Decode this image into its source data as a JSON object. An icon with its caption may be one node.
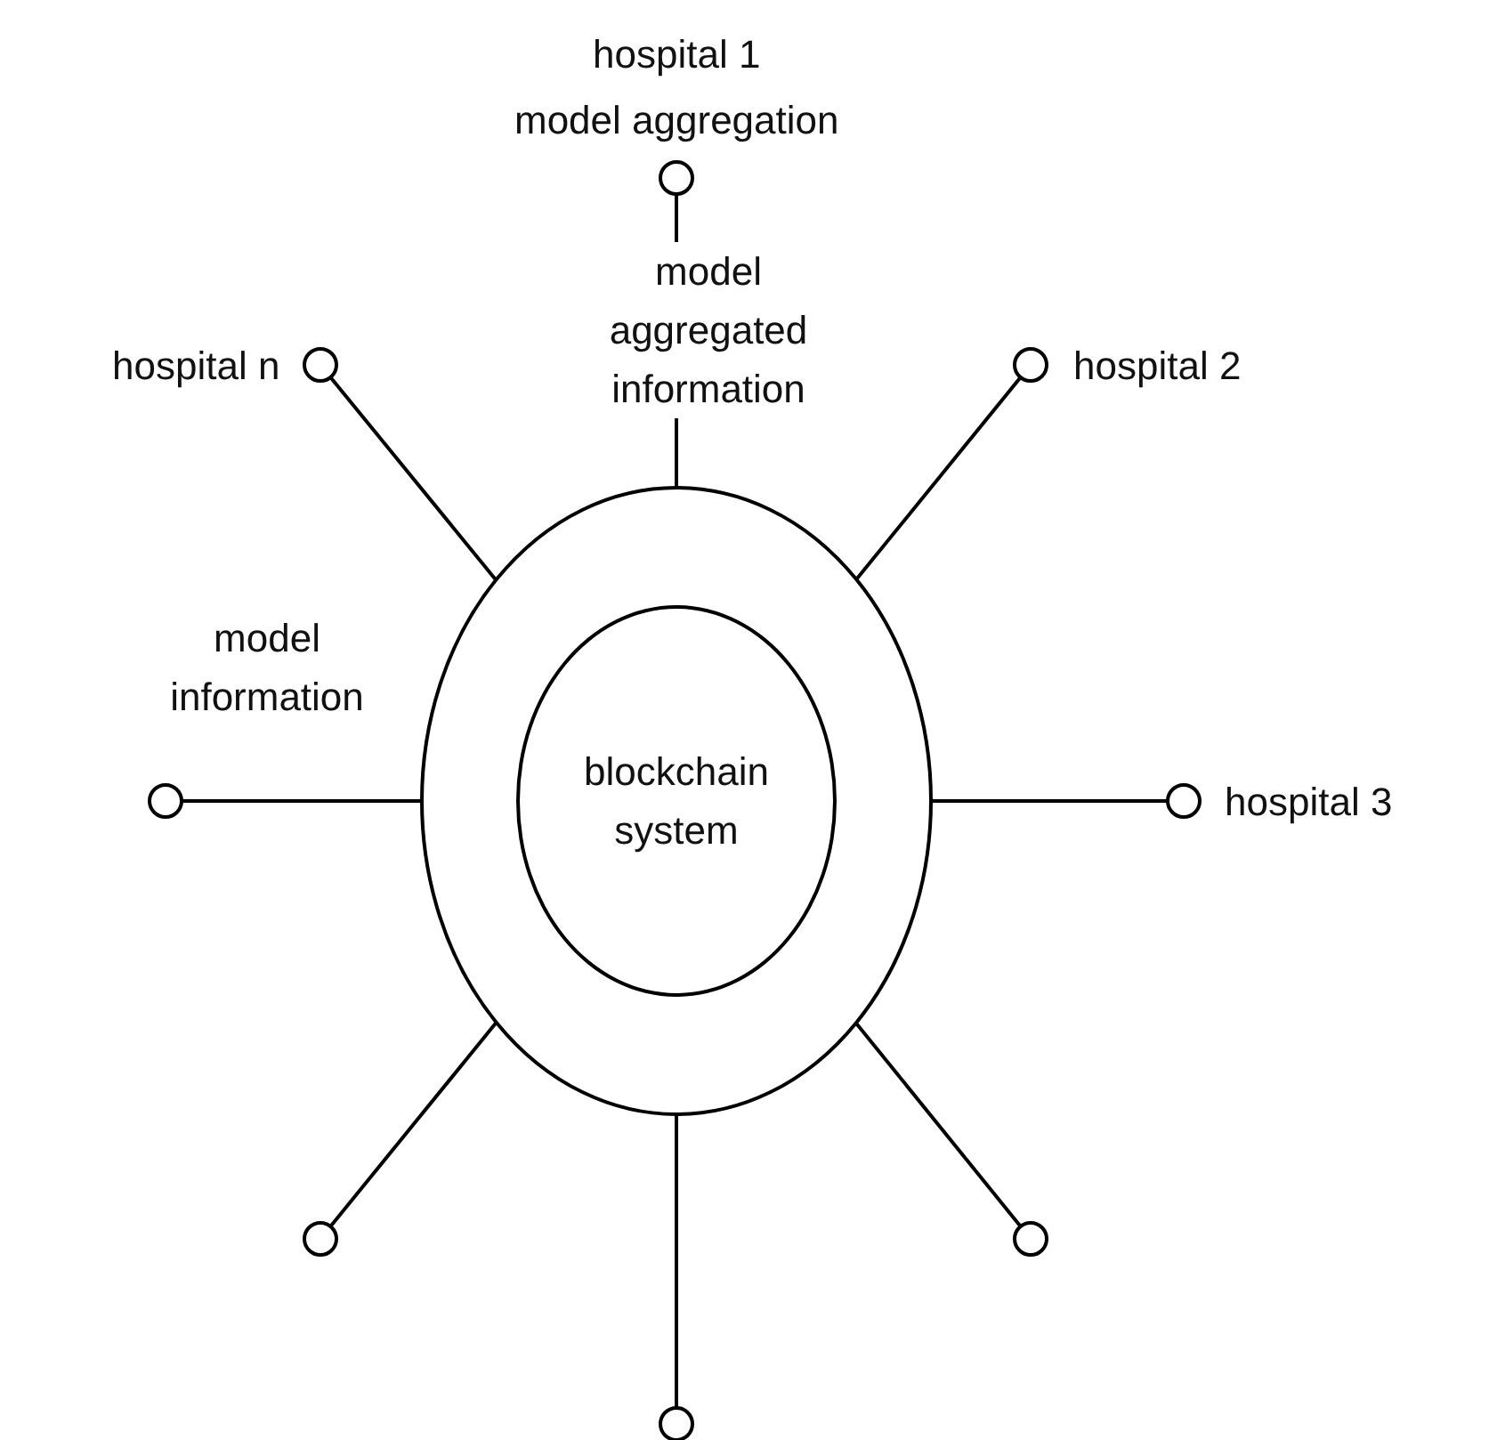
{
  "diagram": {
    "nodes": [
      {
        "text": [],
        "shape": "ellipse"
      },
      {
        "text": [
          "blockchain system"
        ],
        "in": 0
      },
      {
        "text": [],
        "shape": "circle",
        "beside": [
          "hospital 1",
          "model aggregation"
        ]
      },
      {
        "text": [],
        "shape": "circle",
        "beside": [
          "hospital n"
        ]
      },
      {
        "text": [],
        "shape": "circle",
        "beside": [
          "hospital 2"
        ]
      },
      {
        "text": [],
        "shape": "circle"
      },
      {
        "text": [],
        "shape": "circle",
        "beside": [
          "hospital 3"
        ]
      },
      {
        "text": [],
        "shape": "circle"
      },
      {
        "text": [],
        "shape": "circle"
      },
      {
        "text": [],
        "shape": "circle"
      }
    ],
    "edges": [
      {
        "from": 2,
        "to": 0,
        "arrow": "none",
        "label": "model aggregated information"
      },
      {
        "from": 3,
        "to": 0,
        "arrow": "none"
      },
      {
        "from": 4,
        "to": 0,
        "arrow": "none"
      },
      {
        "from": 5,
        "to": 0,
        "arrow": "none",
        "label": "model information"
      },
      {
        "from": 6,
        "to": 0,
        "arrow": "none"
      },
      {
        "from": 7,
        "to": 0,
        "arrow": "none"
      },
      {
        "from": 8,
        "to": 0,
        "arrow": "none"
      },
      {
        "from": 9,
        "to": 0,
        "arrow": "none"
      }
    ]
  }
}
